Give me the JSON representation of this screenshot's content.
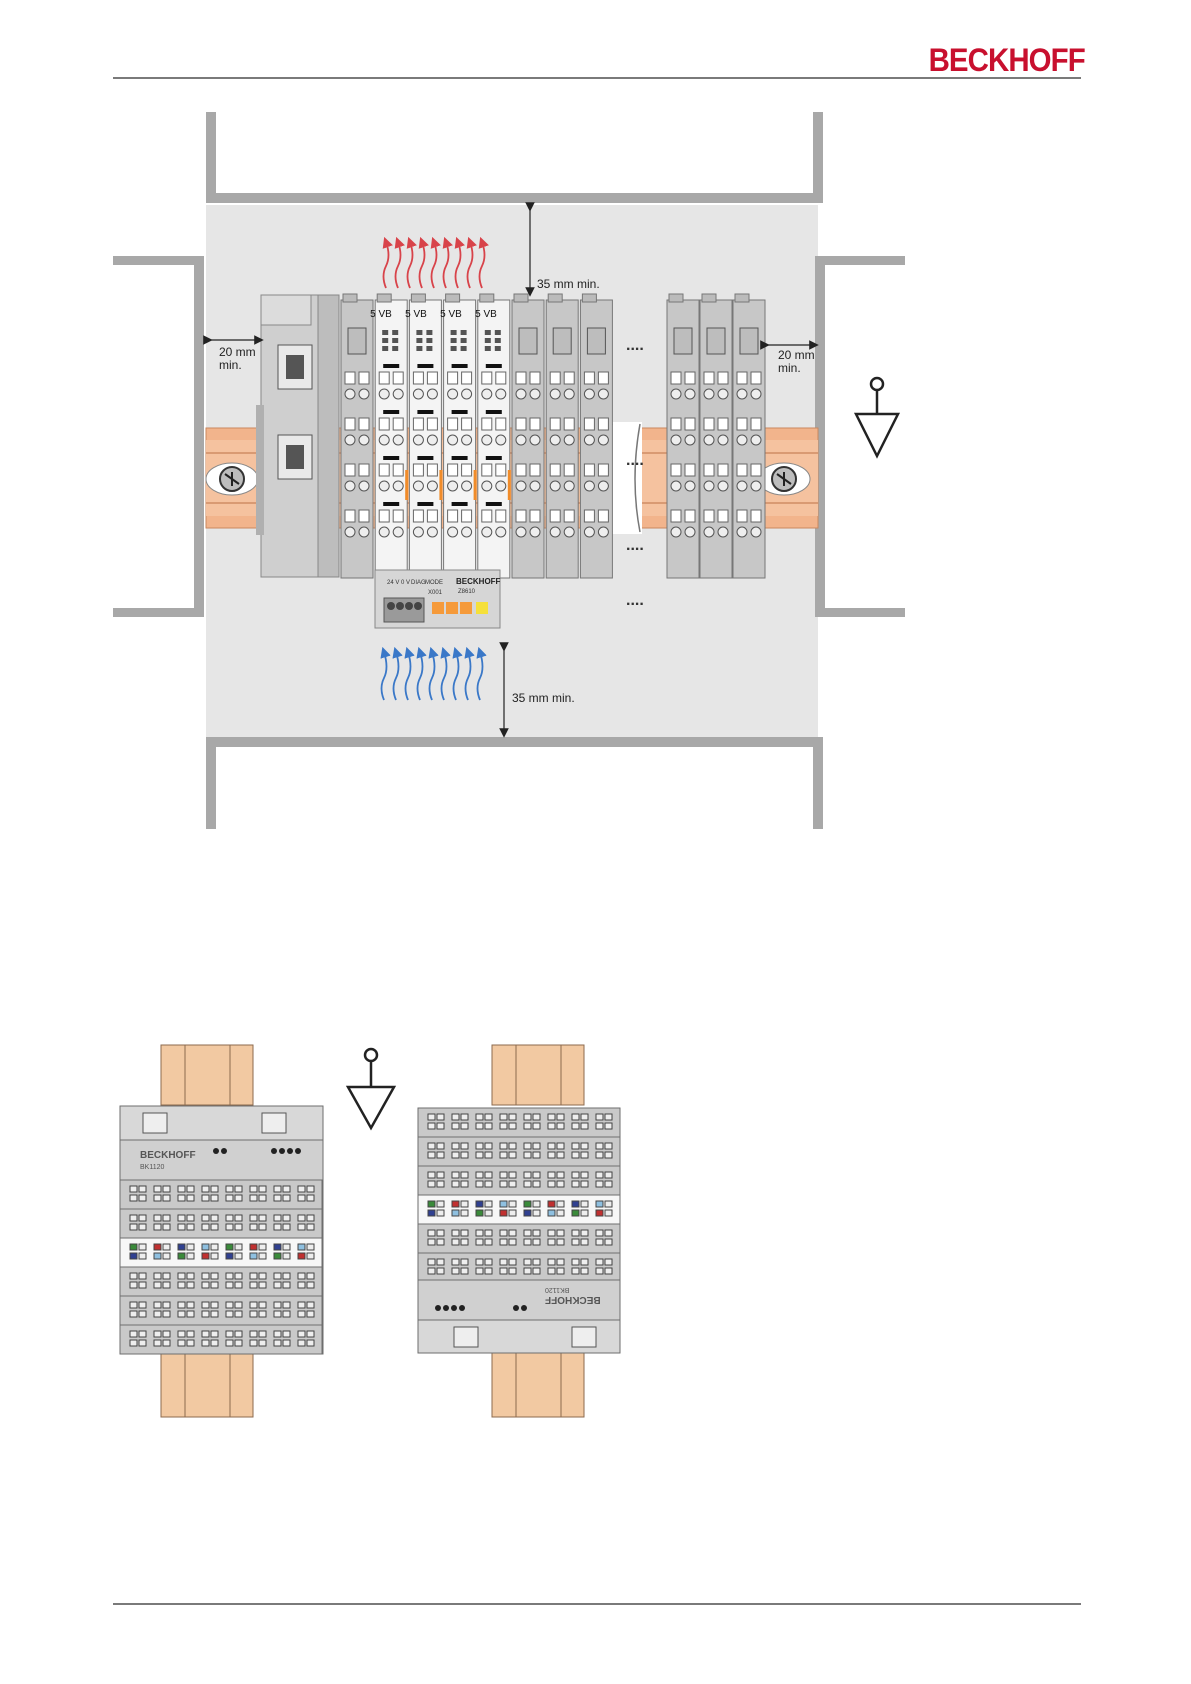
{
  "header": {
    "logo_text": "BECKHOFF"
  },
  "figure1": {
    "top_clearance": "35 mm min.",
    "bottom_clearance": "35 mm min.",
    "left_clearance_1": "20 mm",
    "left_clearance_2": "min.",
    "right_clearance_1": "20 mm",
    "right_clearance_2": "min.",
    "terminal_labels": [
      "5 VB",
      "5 VB",
      "5 VB",
      "5 VB"
    ],
    "ellipsis": "....",
    "module_brand": "BECKHOFF",
    "module_model": "Z8610",
    "module_labels": [
      "24 V",
      "0 V",
      "DIAG",
      "MODE"
    ],
    "module_sub": "X001",
    "colors": {
      "heat_arrows": "#d8434a",
      "cool_arrows": "#3a78c8",
      "din_rail": "#f2b48c",
      "enclosure": "#e6e6e6"
    }
  },
  "figure2": {
    "left_coupler_brand": "BECKHOFF",
    "left_coupler_model": "BK1120",
    "right_coupler_brand": "BECKHOFF",
    "right_coupler_model": "BK1120",
    "colors": {
      "din_rail": "#f2c9a2",
      "housing": "#c9c9c9"
    }
  },
  "icons": [
    "ground-symbol-icon",
    "screw-icon"
  ]
}
